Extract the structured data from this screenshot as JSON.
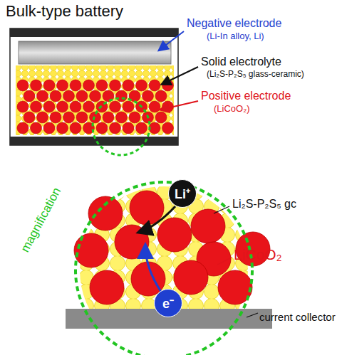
{
  "diagram": {
    "title": "Bulk-type battery",
    "nodes": [
      {
        "text": [
          "Li⁺"
        ]
      },
      {
        "text": [
          "e⁻"
        ]
      }
    ],
    "labels": [
      "Negative electrode",
      "(Li-In alloy, Li)",
      "Solid electrolyte",
      "(Li₂S-P₂S₅ glass-ceramic)",
      "Positive electrode",
      "(LiCoO₂)",
      "magnification",
      "Li₂S-P₂S₅ gc",
      "LiCoO₂",
      "current collector"
    ]
  }
}
